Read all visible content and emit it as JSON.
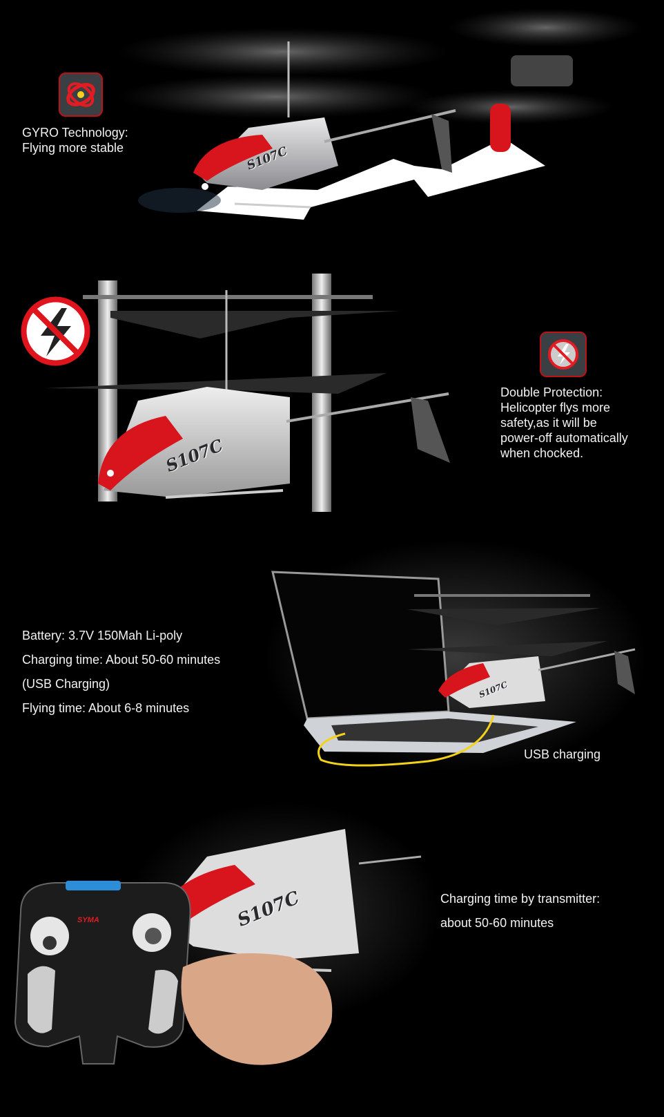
{
  "gyro": {
    "icon": "gyro-icon",
    "lines": [
      "GYRO Technology:",
      "Flying more stable"
    ]
  },
  "protection": {
    "icon": "no-lightning-icon",
    "lines": [
      "Double  Protection:",
      "Helicopter flys more",
      "safety,as it will be",
      "power-off automatically",
      "when chocked."
    ]
  },
  "battery": {
    "lines": [
      "Battery: 3.7V 150Mah Li-poly",
      "Charging time: About 50-60 minutes",
      "(USB Charging)",
      "Flying time: About 6-8 minutes"
    ],
    "usb_label": "USB charging"
  },
  "transmitter": {
    "lines": [
      "Charging time by transmitter:",
      "about 50-60 minutes"
    ]
  },
  "product": {
    "model": "S107C",
    "brand": "SYMA"
  },
  "colors": {
    "background": "#000000",
    "accent": "#d8141c",
    "cable": "#f2d21a"
  }
}
